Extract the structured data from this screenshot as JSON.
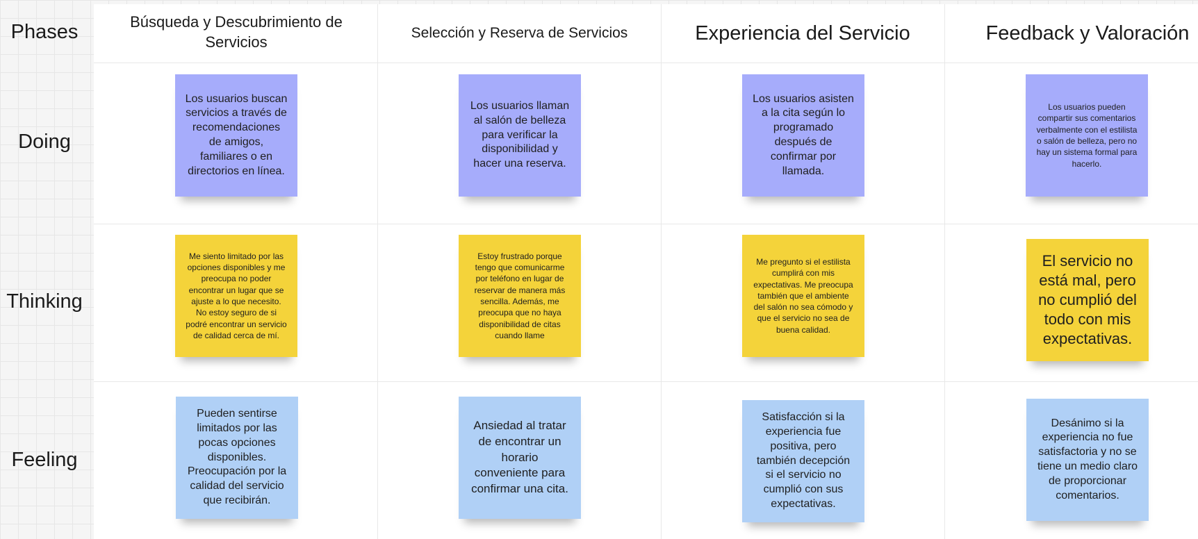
{
  "rows": {
    "phases": "Phases",
    "doing": "Doing",
    "thinking": "Thinking",
    "feeling": "Feeling"
  },
  "phases": [
    "Búsqueda y Descubrimiento de Servicios",
    "Selección y Reserva de Servicios",
    "Experiencia del Servicio",
    "Feedback y Valoración"
  ],
  "doing": [
    "Los usuarios buscan servicios a través de recomendaciones de amigos, familiares o en directorios en línea.",
    "Los usuarios llaman al salón de belleza para verificar la disponibilidad y hacer una reserva.",
    "Los usuarios asisten a la cita según lo programado después de confirmar por llamada.",
    "Los usuarios pueden compartir sus comentarios verbalmente con el estilista o salón de belleza, pero no hay un sistema formal para hacerlo."
  ],
  "thinking": [
    "Me siento limitado por las opciones disponibles y me preocupa no poder encontrar un lugar que se ajuste a lo que necesito. No estoy seguro de si podré encontrar un servicio de calidad cerca de mí.",
    "Estoy frustrado porque tengo que comunicarme por teléfono en lugar de reservar de manera más sencilla. Además, me preocupa que no haya disponibilidad de citas cuando llame",
    "Me pregunto si el estilista cumplirá con mis expectativas. Me preocupa también que el ambiente del salón no sea cómodo y que el servicio no sea de buena calidad.",
    "El servicio no está mal, pero no cumplió del todo con mis expectativas."
  ],
  "feeling": [
    "Pueden sentirse limitados por las pocas opciones disponibles. Preocupación por la calidad del servicio que recibirán.",
    "Ansiedad al tratar de encontrar un horario conveniente para confirmar una cita.",
    "Satisfacción si la experiencia fue positiva, pero también decepción si el servicio no cumplió con sus expectativas.",
    "Desánimo si la experiencia no fue satisfactoria y no se tiene un medio claro de proporcionar comentarios."
  ],
  "colors": {
    "doing_note": "#a6acfb",
    "thinking_note": "#f4d33a",
    "feeling_note": "#b0d0f6"
  }
}
